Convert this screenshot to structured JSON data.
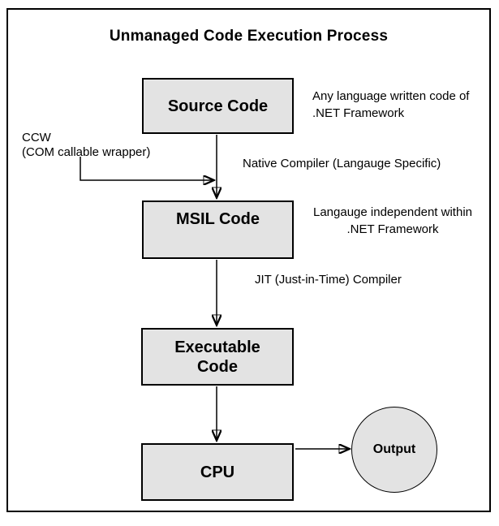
{
  "title": "Unmanaged Code Execution Process",
  "nodes": {
    "source": {
      "label": "Source Code"
    },
    "msil": {
      "label": "MSIL Code"
    },
    "executable": {
      "label": "Executable\nCode"
    },
    "cpu": {
      "label": "CPU"
    },
    "output": {
      "label": "Output"
    }
  },
  "annotations": {
    "source_note": "Any language written code of\n.NET Framework",
    "ccw": "CCW\n(COM callable wrapper)",
    "native_compiler": "Native Compiler (Langauge Specific)",
    "msil_note": "Langauge independent within\n.NET Framework",
    "jit": "JIT (Just-in-Time) Compiler"
  },
  "edges": [
    {
      "from": "source",
      "to": "msil",
      "label": "Native Compiler (Langauge Specific)"
    },
    {
      "from": "ccw",
      "to": "native-compiler-flow",
      "label": "CCW (COM callable wrapper)"
    },
    {
      "from": "msil",
      "to": "executable",
      "label": "JIT (Just-in-Time) Compiler"
    },
    {
      "from": "executable",
      "to": "cpu",
      "label": ""
    },
    {
      "from": "cpu",
      "to": "output",
      "label": ""
    }
  ],
  "colors": {
    "node_fill": "#e3e3e3",
    "stroke": "#000000",
    "background": "#ffffff"
  }
}
